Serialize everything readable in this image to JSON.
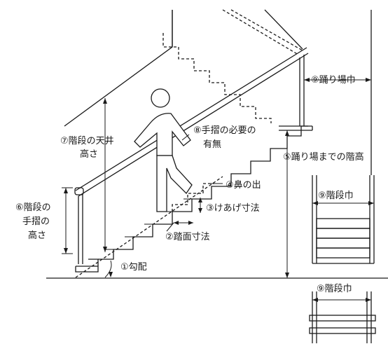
{
  "labels": {
    "slope": "①勾配",
    "tread": "②踏面寸法",
    "riser": "③けあげ寸法",
    "nosing": "④鼻の出",
    "landing_height": "⑤踊り場までの階高",
    "handrail_height_1": "⑥階段の",
    "handrail_height_2": "手摺の",
    "handrail_height_3": "高さ",
    "ceiling_height_1": "⑦階段の天井",
    "ceiling_height_2": "高さ",
    "handrail_need_1": "⑧手摺の必要の",
    "handrail_need_2": "有無",
    "landing_width": "⑨踊り場巾",
    "stair_width_side": "⑨階段巾",
    "stair_width_front": "⑨階段巾"
  }
}
